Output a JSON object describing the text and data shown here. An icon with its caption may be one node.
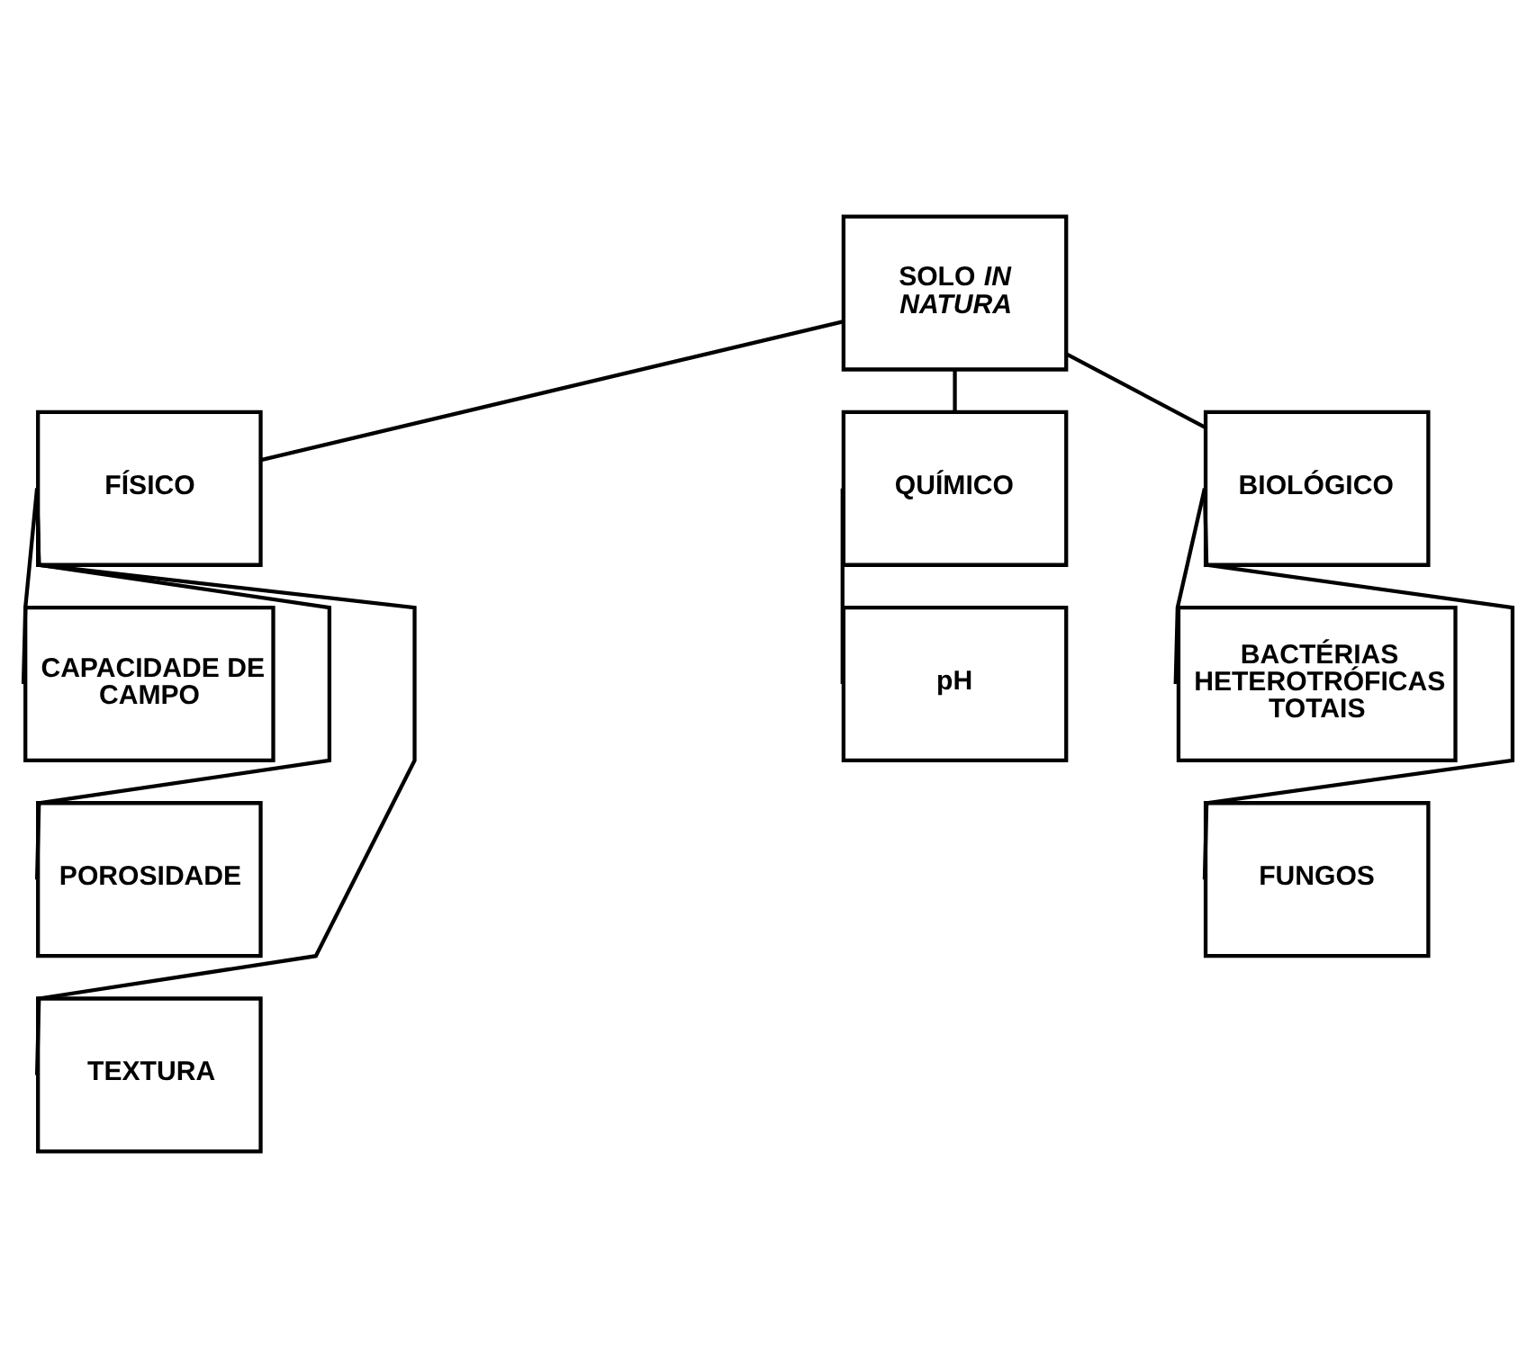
{
  "diagram": {
    "nodes": [
      {
        "text": [
          "SOLO *IN NATURA*"
        ]
      },
      {
        "text": [
          "FÍSICO"
        ]
      },
      {
        "text": [
          "CAPACIDADE DE CAMPO"
        ]
      },
      {
        "text": [
          "POROSIDADE"
        ]
      },
      {
        "text": [
          "TEXTURA"
        ]
      },
      {
        "text": [
          "QUÍMICO"
        ]
      },
      {
        "text": [
          "pH"
        ]
      },
      {
        "text": [
          "BIOLÓGICO"
        ]
      },
      {
        "text": [
          "BACTÉRIAS HETEROTRÓFICAS TOTAIS"
        ]
      },
      {
        "text": [
          "FUNGOS"
        ]
      }
    ],
    "edges": [
      {
        "from": 0,
        "to": 1,
        "arrow": "none"
      },
      {
        "from": 0,
        "to": 5,
        "arrow": "none"
      },
      {
        "from": 0,
        "to": 7,
        "arrow": "none"
      },
      {
        "from": 1,
        "to": 2,
        "arrow": "none"
      },
      {
        "from": 1,
        "to": 3,
        "arrow": "none"
      },
      {
        "from": 1,
        "to": 4,
        "arrow": "none"
      },
      {
        "from": 5,
        "to": 6,
        "arrow": "none"
      },
      {
        "from": 7,
        "to": 8,
        "arrow": "none"
      },
      {
        "from": 7,
        "to": 9,
        "arrow": "none"
      }
    ]
  }
}
